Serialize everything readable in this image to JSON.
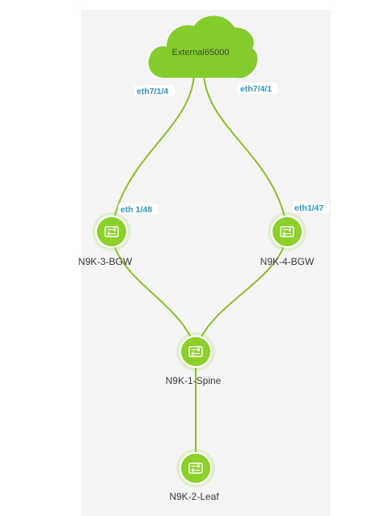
{
  "colors": {
    "node_fill": "#8bd12a",
    "link_stroke": "#8cbf26",
    "port_label": "#2b9ad1",
    "panel_background": "#f4f4f4"
  },
  "cloud": {
    "label": "External65000",
    "icon": "cloud-icon"
  },
  "nodes": {
    "bgw3": {
      "label": "N9K-3-BGW",
      "icon": "switch-icon"
    },
    "bgw4": {
      "label": "N9K-4-BGW",
      "icon": "switch-icon"
    },
    "spine": {
      "label": "N9K-1-Spine",
      "icon": "switch-icon"
    },
    "leaf": {
      "label": "N9K-2-Leaf",
      "icon": "switch-icon"
    }
  },
  "links": {
    "cloud_to_bgw3": {
      "cloud_port": "eth7/1/4",
      "device_port": "eth 1/48"
    },
    "cloud_to_bgw4": {
      "cloud_port": "eth7/4/1",
      "device_port": "eth1/47"
    }
  }
}
